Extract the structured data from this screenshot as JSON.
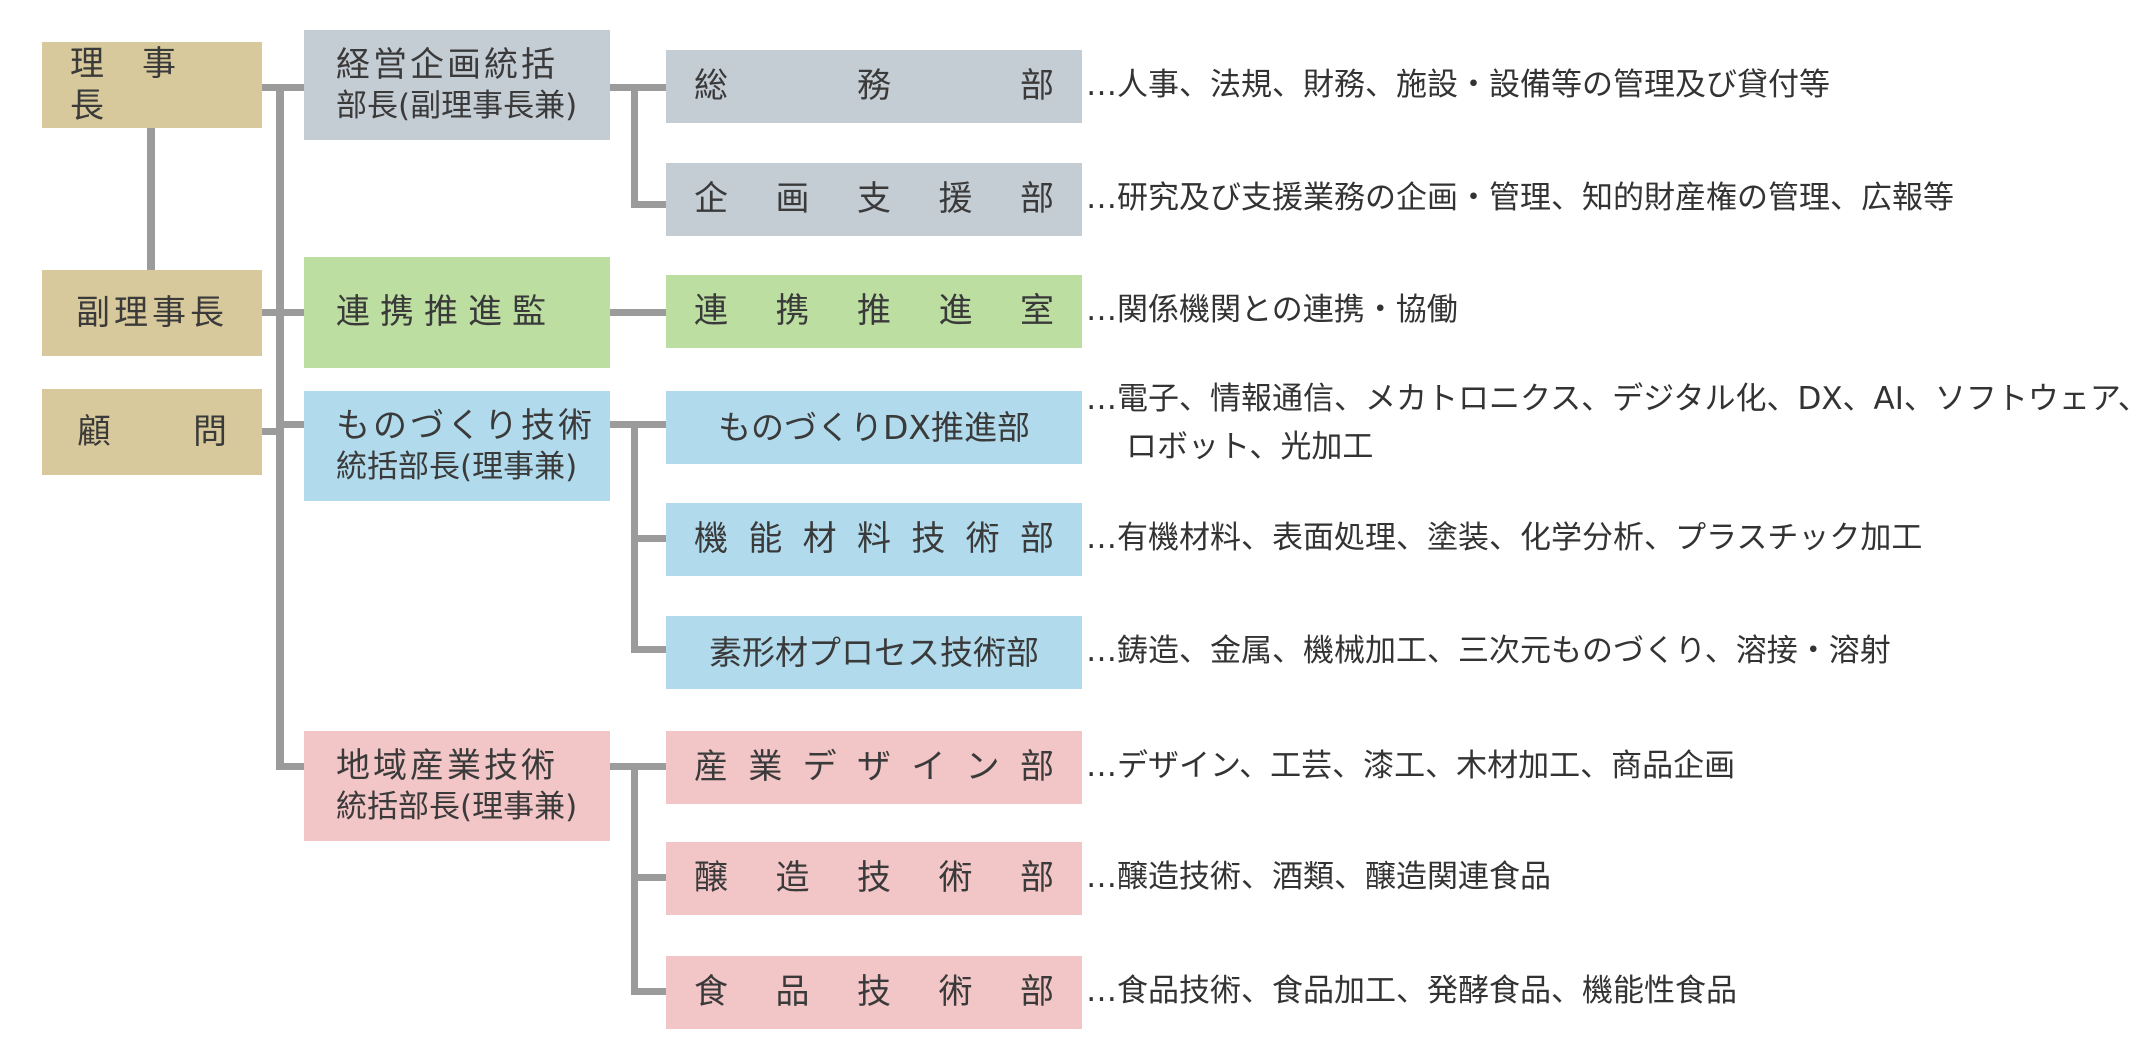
{
  "colors": {
    "executive": "#d8c99c",
    "planning": "#c4ccd4",
    "liaison": "#bcdfa1",
    "monozukuri": "#b1dbec",
    "regional": "#f2c5c7",
    "connector": "#9b9b9b"
  },
  "executives": {
    "chairman": "理事長",
    "vice_chairman": "副理事長",
    "advisor": "顧問"
  },
  "divisions": {
    "planning": {
      "line1": "経営企画統括",
      "line2": "部長(副理事長兼)"
    },
    "liaison": {
      "label": "連携推進監"
    },
    "monozukuri": {
      "line1": "ものづくり技術",
      "line2": "統括部長(理事兼)"
    },
    "regional": {
      "line1": "地域産業技術",
      "line2": "統括部長(理事兼)"
    }
  },
  "departments": {
    "general_affairs": {
      "label": "総務部",
      "desc": "…人事、法規、財務、施設・設備等の管理及び貸付等"
    },
    "planning_support": {
      "label": "企画支援部",
      "desc": "…研究及び支援業務の企画・管理、知的財産権の管理、広報等"
    },
    "liaison_office": {
      "label": "連携推進室",
      "desc": "…関係機関との連携・協働"
    },
    "monozukuri_dx": {
      "label": "ものづくりDX推進部",
      "desc_line1": "…電子、情報通信、メカトロニクス、デジタル化、DX、AI、ソフトウェア、",
      "desc_line2": "ロボット、光加工"
    },
    "functional_materials": {
      "label": "機能材料技術部",
      "desc": "…有機材料、表面処理、塗装、化学分析、プラスチック加工"
    },
    "materials_process": {
      "label": "素形材プロセス技術部",
      "desc": "…鋳造、金属、機械加工、三次元ものづくり、溶接・溶射"
    },
    "industrial_design": {
      "label": "産業デザイン部",
      "desc": "…デザイン、工芸、漆工、木材加工、商品企画"
    },
    "brewing": {
      "label": "醸造技術部",
      "desc": "…醸造技術、酒類、醸造関連食品"
    },
    "food": {
      "label": "食品技術部",
      "desc": "…食品技術、食品加工、発酵食品、機能性食品"
    }
  }
}
